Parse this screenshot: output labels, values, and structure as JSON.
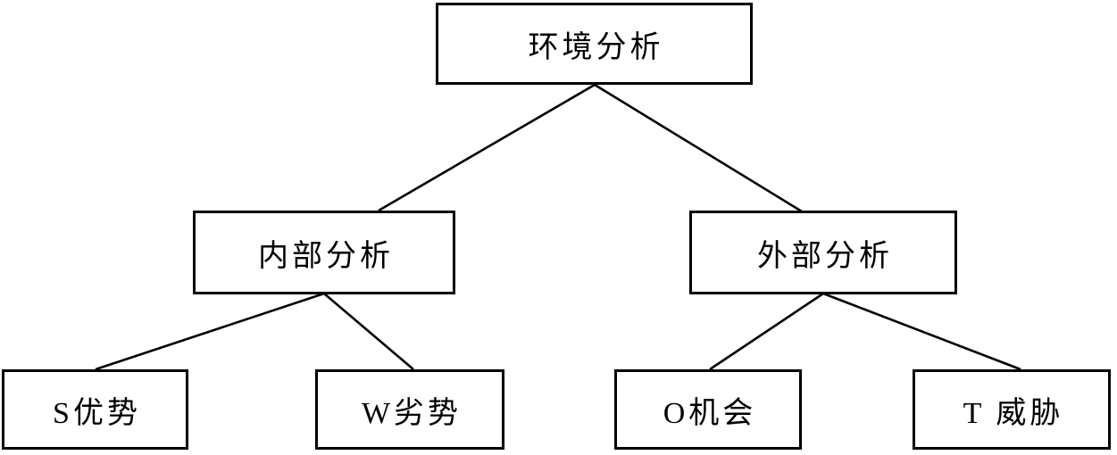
{
  "diagram": {
    "type": "tree",
    "background_color": "#ffffff",
    "line_color": "#000000",
    "nodes": {
      "root": {
        "label": "环境分析"
      },
      "internal": {
        "label": "内部分析"
      },
      "external": {
        "label": "外部分析"
      },
      "strengths": {
        "label": "S优势"
      },
      "weaknesses": {
        "label": "W劣势"
      },
      "opportunities": {
        "label": "O机会"
      },
      "threats": {
        "label": "T 威胁"
      }
    },
    "edges": [
      {
        "from": "环境分析",
        "to": "内部分析"
      },
      {
        "from": "环境分析",
        "to": "外部分析"
      },
      {
        "from": "内部分析",
        "to": "S优势"
      },
      {
        "from": "内部分析",
        "to": "W劣势"
      },
      {
        "from": "外部分析",
        "to": "O机会"
      },
      {
        "from": "外部分析",
        "to": "T 威胁"
      }
    ]
  }
}
